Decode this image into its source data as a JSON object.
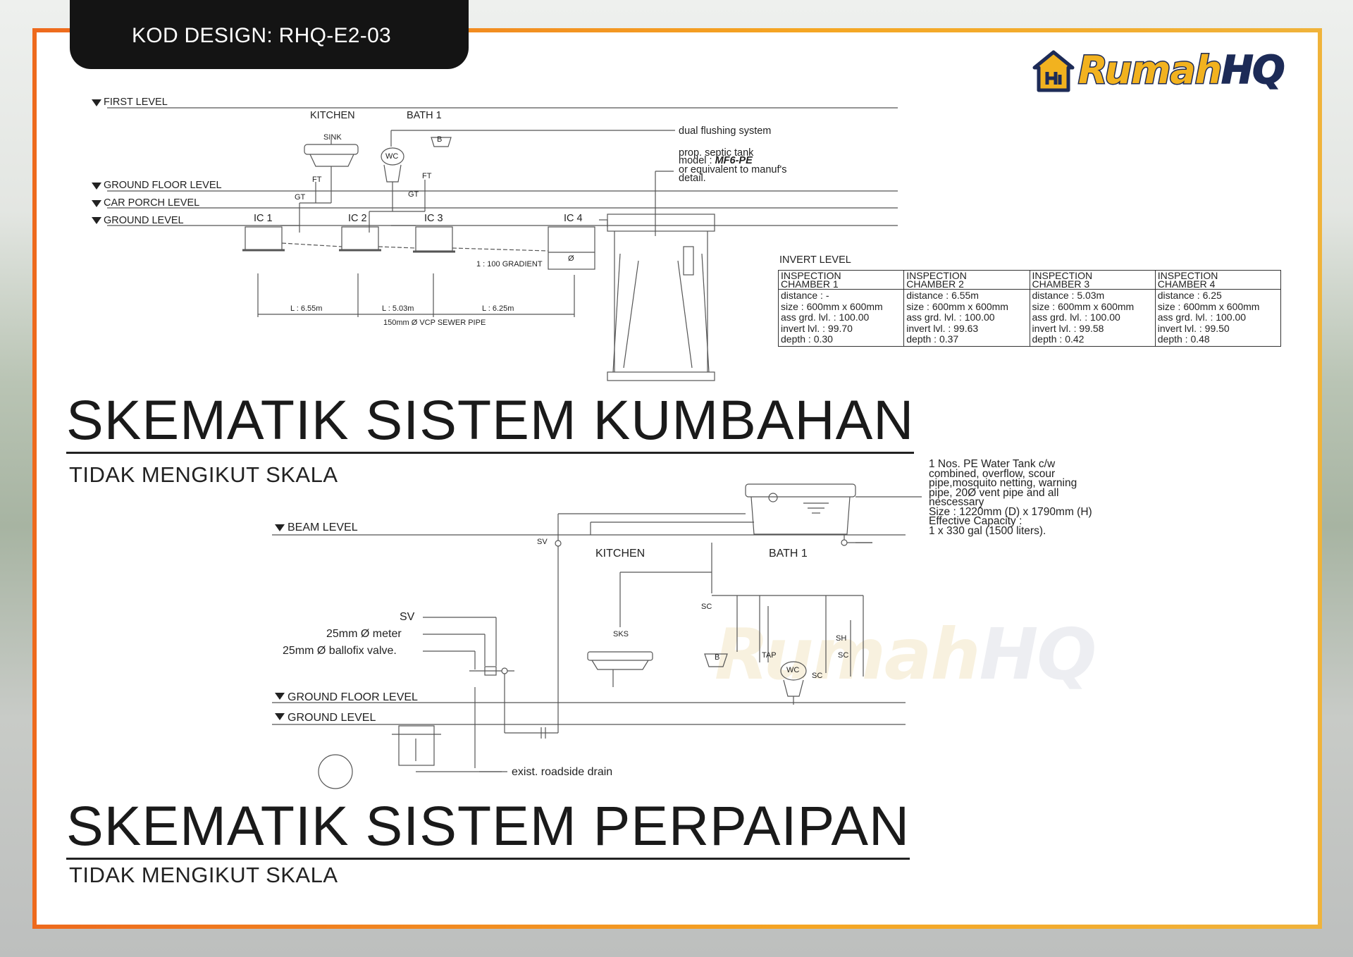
{
  "header": {
    "design_code": "KOD DESIGN: RHQ-E2-03"
  },
  "brand": {
    "name_main": "Rumah",
    "name_accent": "HQ"
  },
  "sewer": {
    "title": "SKEMATIK SISTEM KUMBAHAN",
    "subtitle": "TIDAK MENGIKUT SKALA",
    "levels": [
      "FIRST LEVEL",
      "GROUND FLOOR LEVEL",
      "CAR PORCH LEVEL",
      "GROUND LEVEL"
    ],
    "rooms": {
      "kitchen": "KITCHEN",
      "bath": "BATH 1"
    },
    "fixtures": {
      "sink": "SINK",
      "wc": "WC",
      "basin": "B",
      "ft": "FT",
      "gt": "GT"
    },
    "chambers": [
      "IC 1",
      "IC 2",
      "IC 3",
      "IC 4"
    ],
    "notes": {
      "dual_flush": "dual flushing system",
      "septic_1": "prop. septic tank",
      "septic_2_prefix": "model : ",
      "septic_2_model": "MF6-PE",
      "septic_3": "or equivalent to manuf's",
      "septic_4": "detail.",
      "gradient": "1 : 100 GRADIENT",
      "pipe": "150mm Ø VCP SEWER PIPE",
      "outlet": "Ø"
    },
    "distances": [
      "L : 6.55m",
      "L : 5.03m",
      "L : 6.25m"
    ],
    "invert_table": {
      "heading": "INVERT LEVEL",
      "chambers": [
        {
          "head1": "INSPECTION",
          "head2": "CHAMBER 1",
          "distance": "distance : -",
          "size": "size : 600mm x 600mm",
          "grd": "ass grd. lvl. : 100.00",
          "invert": "invert lvl. : 99.70",
          "depth": "depth : 0.30"
        },
        {
          "head1": "INSPECTION",
          "head2": "CHAMBER 2",
          "distance": "distance : 6.55m",
          "size": "size : 600mm x 600mm",
          "grd": "ass grd. lvl. : 100.00",
          "invert": "invert lvl. : 99.63",
          "depth": "depth : 0.37"
        },
        {
          "head1": "INSPECTION",
          "head2": "CHAMBER 3",
          "distance": "distance : 5.03m",
          "size": "size : 600mm x 600mm",
          "grd": "ass grd. lvl. : 100.00",
          "invert": "invert lvl. : 99.58",
          "depth": "depth : 0.42"
        },
        {
          "head1": "INSPECTION",
          "head2": "CHAMBER 4",
          "distance": "distance : 6.25",
          "size": "size : 600mm x 600mm",
          "grd": "ass grd. lvl. : 100.00",
          "invert": "invert lvl. : 99.50",
          "depth": "depth : 0.48"
        }
      ]
    }
  },
  "plumbing": {
    "title": "SKEMATIK SISTEM PERPAIPAN",
    "subtitle": "TIDAK MENGIKUT SKALA",
    "levels": [
      "BEAM LEVEL",
      "GROUND FLOOR LEVEL",
      "GROUND LEVEL"
    ],
    "rooms": {
      "kitchen": "KITCHEN",
      "bath": "BATH 1"
    },
    "fixtures": {
      "sv_top": "SV",
      "sks": "SKS",
      "sc1": "SC",
      "sc2": "SC",
      "sc3": "SC",
      "sh": "SH",
      "tap": "TAP",
      "wc": "WC",
      "basin": "B"
    },
    "meter_labels": [
      "SV",
      "25mm Ø meter",
      "25mm Ø ballofix valve."
    ],
    "drain": "exist. roadside drain",
    "tank_note": [
      "1 Nos. PE Water Tank c/w",
      "combined, overflow, scour",
      "pipe,mosquito netting, warning",
      "pipe, 20Ø vent pipe and all",
      "nescessary",
      "Size : 1220mm (D) x 1790mm (H)",
      "Effective Capacity :",
      "1 x 330 gal (1500 liters)."
    ]
  }
}
